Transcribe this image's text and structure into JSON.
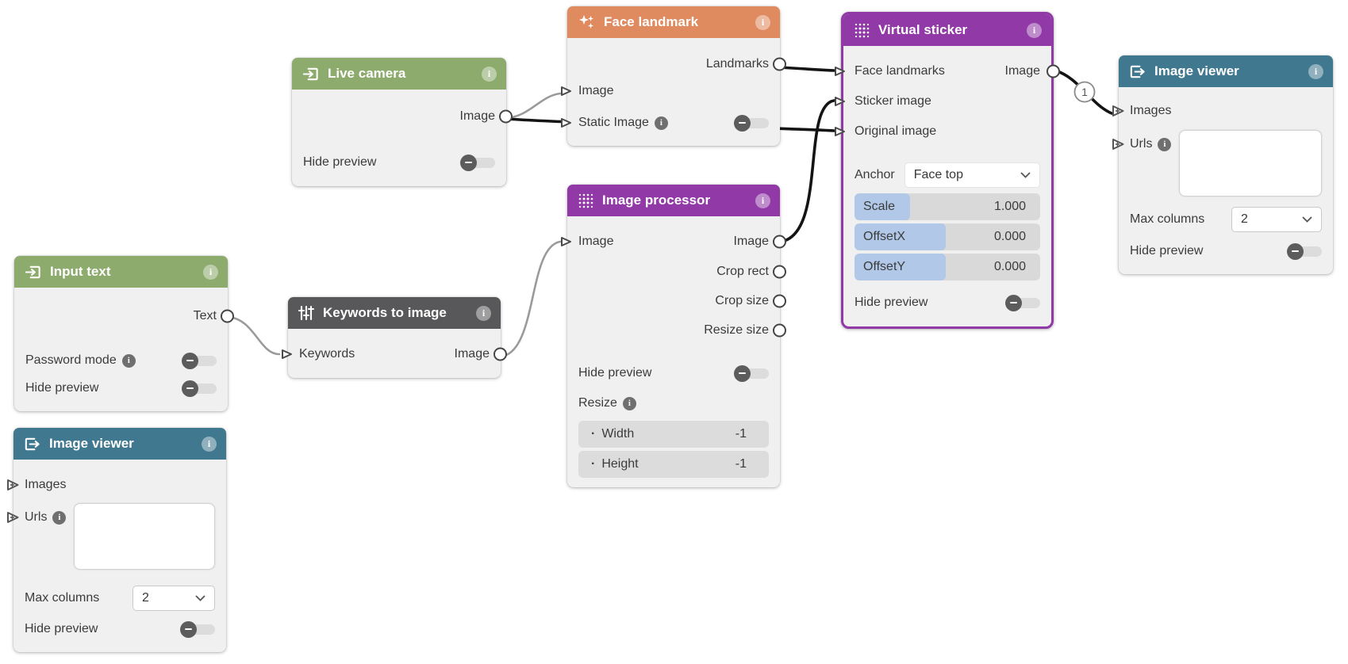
{
  "canvas": {
    "background": "#ffffff"
  },
  "colors": {
    "node_body": "#f0f0f0",
    "header_green": "#8cab6c",
    "header_orange": "#e08a5f",
    "header_purple": "#9239a8",
    "header_teal": "#40788f",
    "header_dark_gray": "#58585a",
    "selected_border": "#9239a8",
    "wire_inactive": "#9a9a9a",
    "wire_active": "#141414",
    "slider_fill_blue": "#b1c8e8",
    "slider_track_gray": "#d9d9d9"
  },
  "icons": {
    "info_glyph": "i"
  },
  "connections": {
    "badge": "1"
  },
  "nodes": {
    "live_camera": {
      "title": "Live camera",
      "output_image": "Image",
      "hide_preview": "Hide preview"
    },
    "face_landmark": {
      "title": "Face landmark",
      "output_landmarks": "Landmarks",
      "input_image": "Image",
      "input_static_image": "Static Image"
    },
    "virtual_sticker": {
      "title": "Virtual sticker",
      "input_face_landmarks": "Face landmarks",
      "output_image": "Image",
      "input_sticker_image": "Sticker image",
      "input_original_image": "Original image",
      "anchor_label": "Anchor",
      "anchor_value": "Face top",
      "scale_label": "Scale",
      "scale_value": "1.000",
      "offsetx_label": "OffsetX",
      "offsetx_value": "0.000",
      "offsety_label": "OffsetY",
      "offsety_value": "0.000",
      "hide_preview": "Hide preview"
    },
    "image_processor": {
      "title": "Image processor",
      "input_image": "Image",
      "output_image": "Image",
      "output_crop_rect": "Crop rect",
      "output_crop_size": "Crop size",
      "output_resize_size": "Resize size",
      "hide_preview": "Hide preview",
      "resize_label": "Resize",
      "bullet": "·",
      "width_label": "Width",
      "width_value": "-1",
      "height_label": "Height",
      "height_value": "-1"
    },
    "keywords_to_image": {
      "title": "Keywords to image",
      "input_keywords": "Keywords",
      "output_image": "Image"
    },
    "input_text": {
      "title": "Input text",
      "output_text": "Text",
      "password_mode": "Password mode",
      "hide_preview": "Hide preview"
    },
    "image_viewer_right": {
      "title": "Image viewer",
      "input_images": "Images",
      "input_urls": "Urls",
      "urls_value": "",
      "max_columns_label": "Max columns",
      "max_columns_value": "2",
      "hide_preview": "Hide preview"
    },
    "image_viewer_left": {
      "title": "Image viewer",
      "input_images": "Images",
      "input_urls": "Urls",
      "urls_value": "",
      "max_columns_label": "Max columns",
      "max_columns_value": "2",
      "hide_preview": "Hide preview"
    }
  }
}
